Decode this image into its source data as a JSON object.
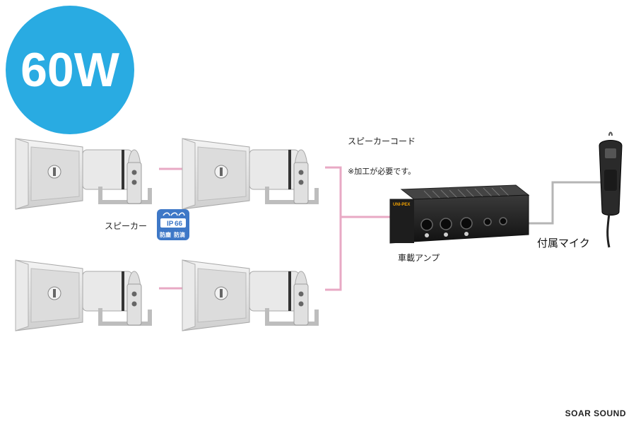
{
  "badge": {
    "text": "60W",
    "color": "#29abe2"
  },
  "labels": {
    "speaker_cord": "スピーカーコード",
    "note": "※加工が必要です。",
    "speaker": "スピーカー",
    "amp": "車載アンプ",
    "mic": "付属マイク"
  },
  "ip_badge": {
    "rating_ip": "IP",
    "rating_num": "66",
    "left": "防塵",
    "right": "防滴"
  },
  "amp_brand": "UNI-PEX",
  "footer": {
    "brand": "SOAR SOUND"
  },
  "colors": {
    "speaker_wire": "#e8a9c4",
    "mic_wire": "#b5b5b5"
  }
}
